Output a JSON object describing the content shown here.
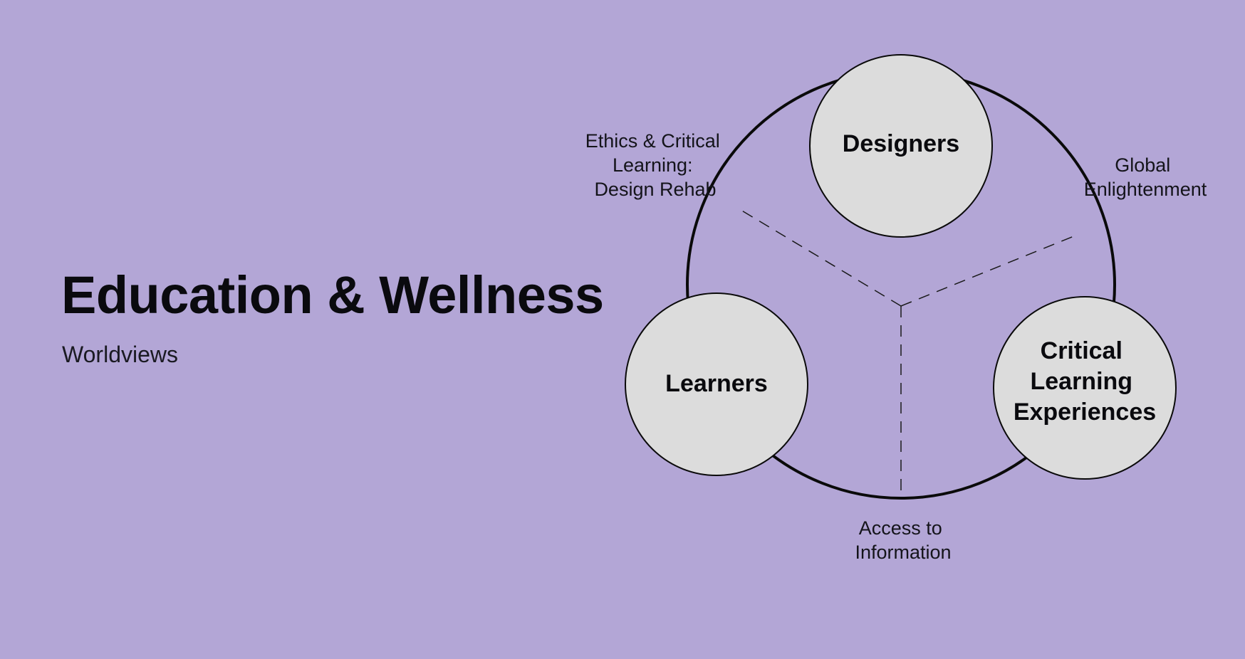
{
  "header": {
    "title": "Education & Wellness",
    "subtitle": "Worldviews"
  },
  "diagram": {
    "colors": {
      "background": "#b3a6d6",
      "node_fill": "#dcdcdc",
      "stroke": "#0a0a0a"
    },
    "nodes": [
      {
        "id": "designers",
        "lines": [
          "Designers"
        ]
      },
      {
        "id": "learners",
        "lines": [
          "Learners"
        ]
      },
      {
        "id": "critical-learning-experiences",
        "lines": [
          "Critical",
          "Learning",
          "Experiences"
        ]
      }
    ],
    "edge_labels": [
      {
        "id": "ethics",
        "lines": [
          "Ethics & Critical",
          "Learning:",
          "Design Rehab"
        ]
      },
      {
        "id": "global",
        "lines": [
          "Global",
          "Enlightenment"
        ]
      },
      {
        "id": "access",
        "lines": [
          "Access to",
          "Information"
        ]
      }
    ]
  }
}
